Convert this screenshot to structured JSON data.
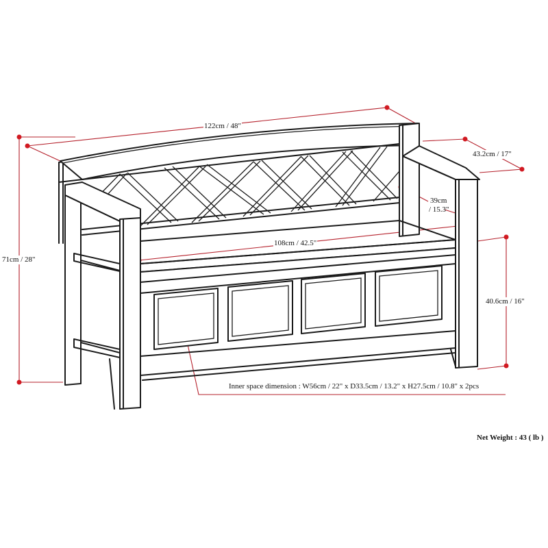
{
  "diagram": {
    "subject": "Entryway storage bench with lattice back",
    "colors": {
      "line": "#1a1a1a",
      "dimension_line": "#b5202b",
      "dimension_dot": "#d11a22",
      "background": "#ffffff"
    },
    "dimensions": {
      "overall_width": "122cm / 48\"",
      "depth": "43.2cm / 17\"",
      "overall_height": "71cm / 28\"",
      "back_height_line1": "39cm",
      "back_height_line2": "/ 15.3\"",
      "seat_width": "108cm / 42.5\"",
      "seat_height": "40.6cm / 16\""
    },
    "inner_space": "Inner space dimension : W56cm / 22\" x D33.5cm / 13.2\" x H27.5cm / 10.8\" x 2pcs",
    "net_weight": "Net Weight : 43 ( lb )",
    "front_panels": 4
  }
}
